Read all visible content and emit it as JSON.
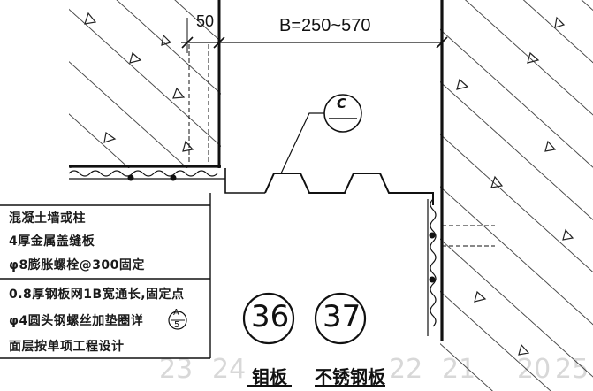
{
  "dimensions": {
    "offset": "50",
    "width": "B=250~570"
  },
  "callout": {
    "ref_letter": "C"
  },
  "notes": [
    "混凝土墙或柱",
    "4厚金属盖缝板",
    "φ8膨胀螺栓@300固定",
    "0.8厚钢板网1B宽通长,固定点",
    "φ4圆头钢螺丝加垫圈详",
    "面层按单项工程设计"
  ],
  "note_ref": {
    "top": "A",
    "bottom": "5"
  },
  "details": [
    {
      "number": "36",
      "title": "钼板"
    },
    {
      "number": "37",
      "title": "不锈钢板"
    }
  ],
  "background_numbers": [
    "20",
    "21",
    "22",
    "23",
    "24",
    "25"
  ]
}
